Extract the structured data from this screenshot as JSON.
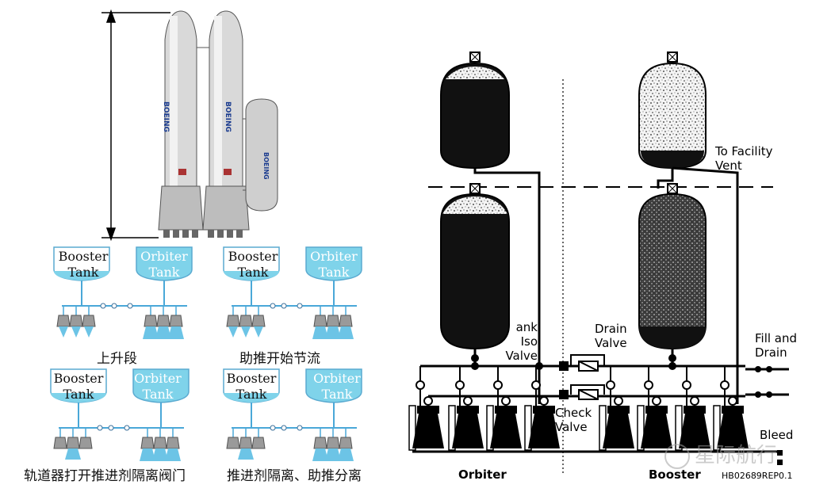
{
  "left_figure": {
    "vehicle_logo": "BOEING",
    "stage_diagrams": [
      {
        "left_tank": "Booster",
        "left_tank2": "Tank",
        "right_tank": "Orbiter",
        "right_tank2": "Tank",
        "caption": "上升段"
      },
      {
        "left_tank": "Booster",
        "left_tank2": "Tank",
        "right_tank": "Orbiter",
        "right_tank2": "Tank",
        "caption": "助推开始节流"
      },
      {
        "left_tank": "Booster",
        "left_tank2": "Tank",
        "right_tank": "Orbiter",
        "right_tank2": "Tank",
        "caption": "轨道器打开推进剂隔离阀门"
      },
      {
        "left_tank": "Booster",
        "left_tank2": "Tank",
        "right_tank": "Orbiter",
        "right_tank2": "Tank",
        "caption": "推进剂隔离、助推分离"
      }
    ],
    "colors": {
      "tank_blue": "#7fd3ea",
      "line_blue": "#4aa8d8"
    }
  },
  "right_figure": {
    "labels": {
      "to_facility_vent": [
        "To Facility",
        "Vent"
      ],
      "tank_iso_valve": [
        "ank",
        "Iso",
        "Valve"
      ],
      "drain_valve": [
        "Drain",
        "Valve"
      ],
      "fill_and_drain": [
        "Fill and",
        "Drain"
      ],
      "check_valve": [
        "Check",
        "Valve"
      ],
      "bleed": "Bleed"
    },
    "section_labels": {
      "orbiter": "Orbiter",
      "booster": "Booster"
    },
    "figure_id": "HB02689REP0.1"
  },
  "watermark": {
    "text": "星际航行"
  }
}
